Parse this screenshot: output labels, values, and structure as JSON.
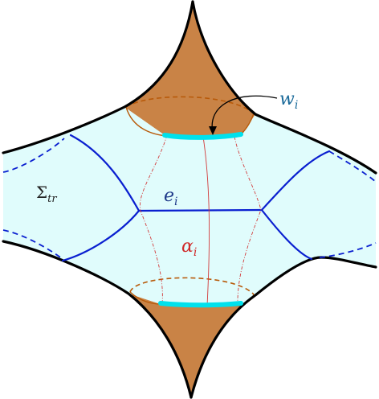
{
  "colors": {
    "surface_fill": "#e0fcfc",
    "cap_fill": "#c98346",
    "cap_dashed": "#b85a0a",
    "cyan_arc": "#00e1ec",
    "graph_edge": "#0a1fd0",
    "alpha_curve": "#d23a3a",
    "outline": "#000000",
    "w_label": "#1a6a9a",
    "e_label": "#1f3a8a",
    "alpha_label": "#d02b2b",
    "sigma_label": "#222222"
  },
  "labels": {
    "w": "w",
    "w_sub": "i",
    "e": "e",
    "e_sub": "i",
    "alpha": "α",
    "alpha_sub": "i",
    "sigma": "Σ",
    "sigma_sub": "tr"
  }
}
